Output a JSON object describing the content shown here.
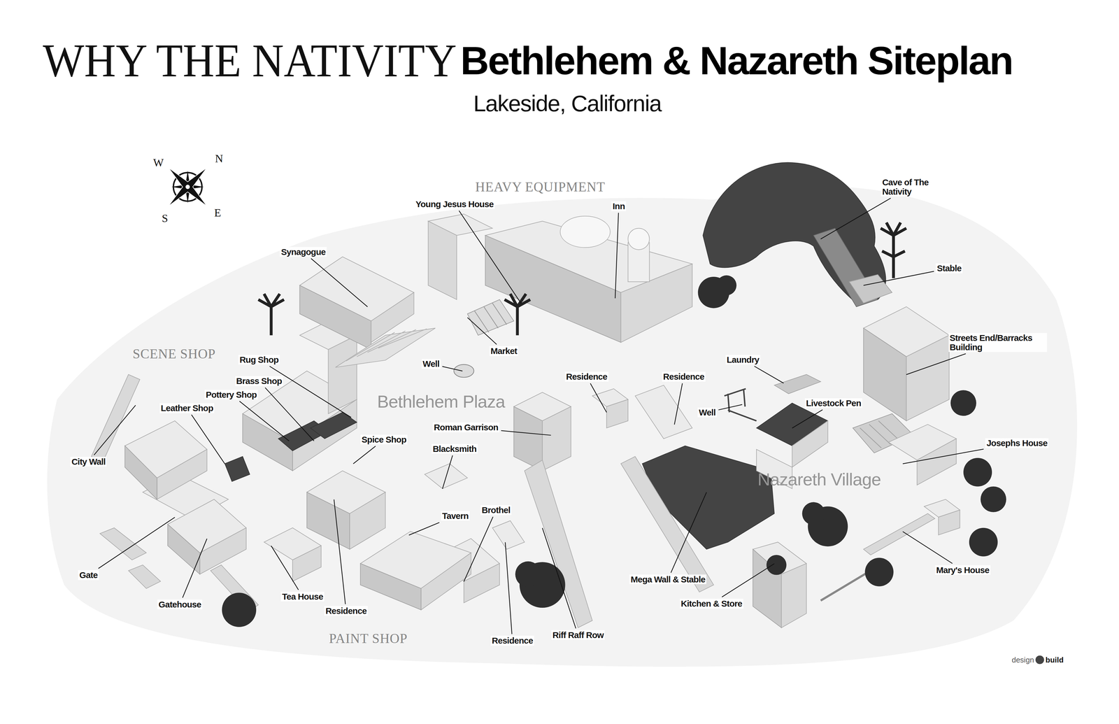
{
  "diagram": {
    "title": "Bethlehem & Nazareth Siteplan",
    "labels": [
      "WHY THE NATIVITY",
      "Lakeside, California",
      "N",
      "W",
      "S",
      "E",
      "HEAVY EQUIPMENT",
      "Young Jesus House",
      "Inn",
      "Cave of The Nativity",
      "Synagogue",
      "Stable",
      "Market",
      "SCENE SHOP",
      "Rug Shop",
      "Well",
      "Residence",
      "Residence",
      "Laundry",
      "Streets End/Barracks Building",
      "Brass Shop",
      "Pottery Shop",
      "Bethlehem Plaza",
      "Well",
      "Livestock Pen",
      "Leather Shop",
      "Roman Garrison",
      "Spice Shop",
      "Blacksmith",
      "City Wall",
      "Josephs House",
      "Nazareth Village",
      "Tavern",
      "Brothel",
      "Gate",
      "Mary's House",
      "Mega Wall & Stable",
      "Gatehouse",
      "Tea House",
      "Kitchen & Store",
      "Residence",
      "PAINT SHOP",
      "Riff Raff Row",
      "Residence",
      "design",
      "build"
    ]
  }
}
